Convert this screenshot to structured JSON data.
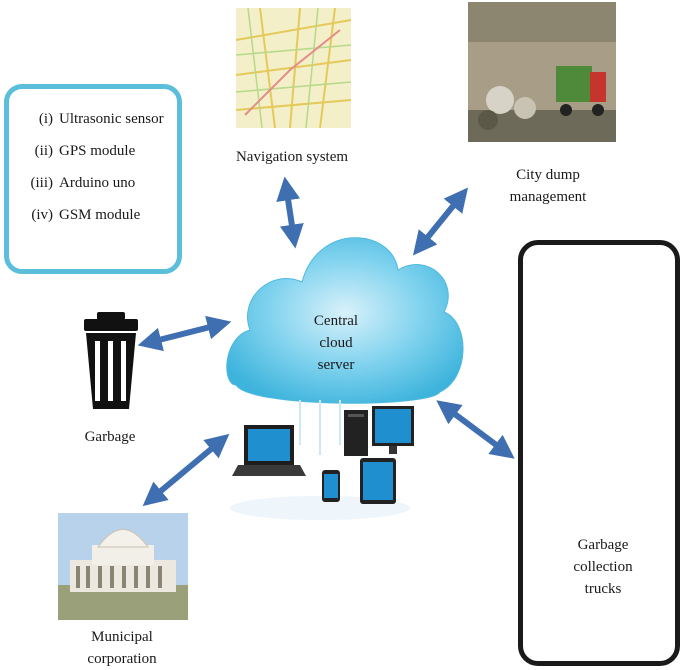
{
  "components": {
    "items": [
      {
        "num": "(i)",
        "text": "Ultrasonic sensor"
      },
      {
        "num": "(ii)",
        "text": "GPS module"
      },
      {
        "num": "(iii)",
        "text": "Arduino uno"
      },
      {
        "num": "(iv)",
        "text": "GSM module"
      }
    ]
  },
  "cloud": {
    "line1": "Central",
    "line2": "cloud",
    "line3": "server"
  },
  "navigation": {
    "label": "Navigation system"
  },
  "dump": {
    "line1": "City dump",
    "line2": "management"
  },
  "garbage": {
    "label": "Garbage"
  },
  "municipal": {
    "line1": "Municipal",
    "line2": "corporation"
  },
  "trucks": {
    "line1": "Garbage",
    "line2": "collection",
    "line3": "trucks"
  },
  "colors": {
    "cloud": "#5cc6e6",
    "arrow": "#3f6fb0",
    "component_border": "#5bbfdc",
    "truck_border": "#1a1a1a"
  }
}
